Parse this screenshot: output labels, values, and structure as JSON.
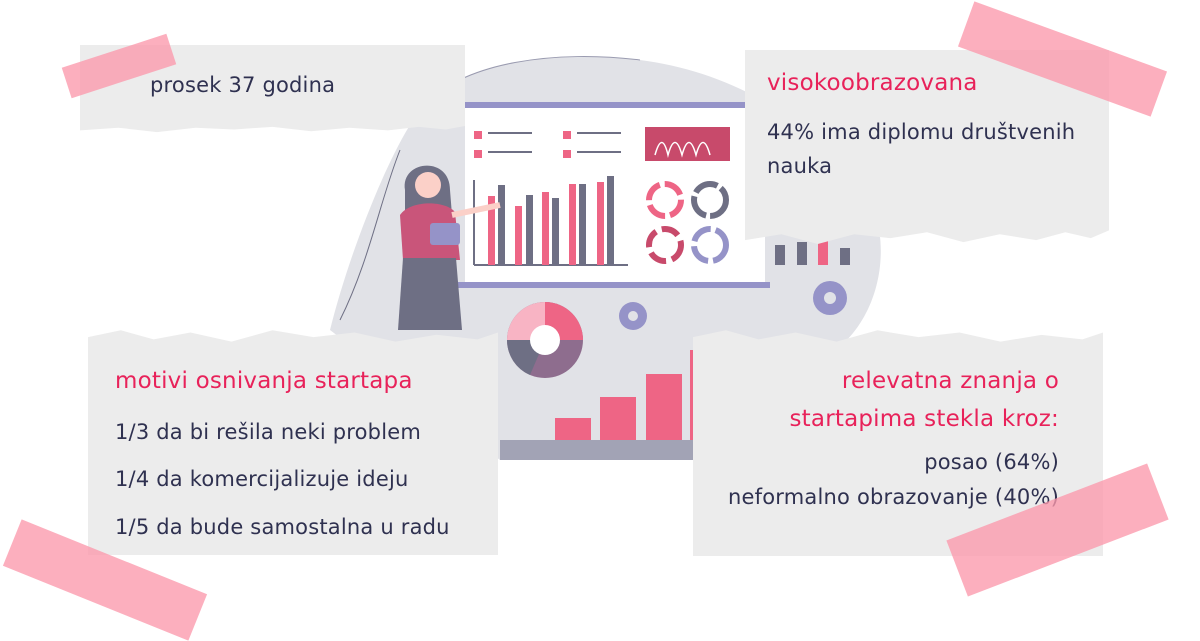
{
  "age": {
    "text": "prosek 37 godina"
  },
  "education": {
    "title": "visokoobrazovana",
    "line1": "44% ima diplomu društvenih",
    "line2": "nauka"
  },
  "motives": {
    "title": "motivi osnivanja startapa",
    "items": [
      "1/3 da bi rešila neki problem",
      "1/4 da komercijalizuje ideju",
      "1/5 da bude samostalna u radu"
    ]
  },
  "knowledge": {
    "title_line1": "relevatna znanja o",
    "title_line2": "startapima stekla kroz:",
    "items": [
      "posao (64%)",
      "neformalno obrazovanje (40%)"
    ]
  },
  "colors": {
    "accent": "#e8225a",
    "text": "#2f3150",
    "card": "#ececec",
    "tape": "#fb98ac",
    "bar_pink": "#ee6585",
    "bar_gray": "#6e6f84",
    "purple": "#9593c8"
  }
}
